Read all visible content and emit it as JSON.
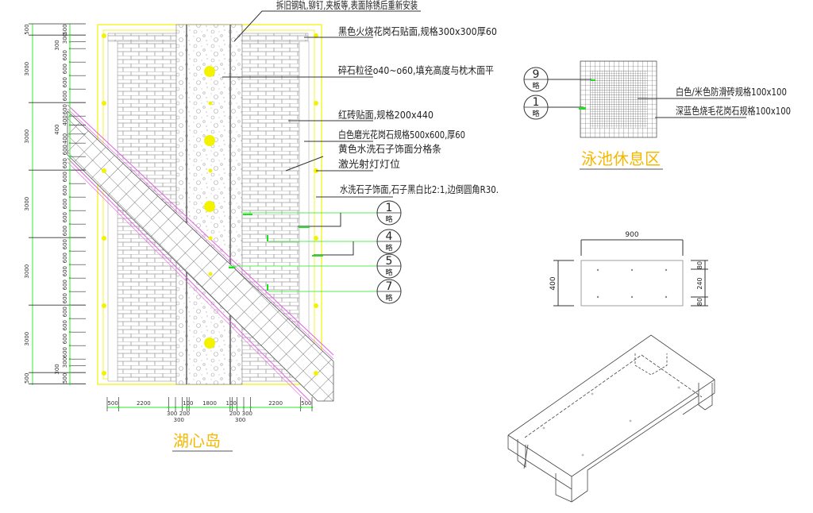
{
  "titles": {
    "island": "湖心岛",
    "pool_rest": "泳池休息区"
  },
  "callouts": [
    "拆旧钢轨,铆钉,夹板等,表面除锈后重新安装",
    "黑色火烧花岗石贴面,规格300x300厚60",
    "碎石粒径ο40~ο60,填充高度与枕木面平",
    "红砖贴面,规格200x440",
    "白色磨光花岗石规格500x600,厚60",
    "黄色水洗石子饰面分格条",
    "激光射灯灯位",
    "水洗石子饰面,石子黑白比2:1,边倒圆角R30."
  ],
  "detail_markers": [
    {
      "num": "1",
      "sub": "略"
    },
    {
      "num": "4",
      "sub": "略"
    },
    {
      "num": "5",
      "sub": "略"
    },
    {
      "num": "7",
      "sub": "略"
    }
  ],
  "pool_markers": [
    {
      "num": "9",
      "sub": "略"
    },
    {
      "num": "1",
      "sub": "略"
    }
  ],
  "pool_callouts": [
    "白色/米色防滑砖规格100x100",
    "深蓝色烧毛花岗石规格100x100"
  ],
  "bench_dims": {
    "width": "900",
    "height": "400",
    "top": "80",
    "middle": "240",
    "bottom": "80"
  },
  "left_ruler": {
    "outer": [
      "500",
      "3000",
      "3000",
      "3000",
      "3000",
      "3000",
      "500"
    ],
    "inner": [
      "500",
      "300",
      "300",
      "600",
      "600",
      "600",
      "600",
      "600",
      "400",
      "400",
      "400",
      "600",
      "600",
      "600",
      "600",
      "600",
      "600",
      "600",
      "600",
      "600",
      "600",
      "600",
      "600",
      "600",
      "600",
      "600",
      "600",
      "300",
      "300",
      "500"
    ]
  },
  "bottom_ruler": {
    "segments": [
      {
        "label": "500",
        "pos": "top"
      },
      {
        "label": "2200",
        "pos": "top"
      },
      {
        "label": "300",
        "pos": "bottom"
      },
      {
        "label": "300",
        "pos": "bottom"
      },
      {
        "label": "200",
        "pos": "bottom"
      },
      {
        "label": "100",
        "pos": "top"
      },
      {
        "label": "1800",
        "pos": "top"
      },
      {
        "label": "100",
        "pos": "top"
      },
      {
        "label": "200",
        "pos": "bottom"
      },
      {
        "label": "300",
        "pos": "bottom"
      },
      {
        "label": "300",
        "pos": "bottom"
      },
      {
        "label": "2200",
        "pos": "top"
      },
      {
        "label": "500",
        "pos": "top"
      }
    ]
  },
  "colors": {
    "title": "#f5b800",
    "outline_yellow": "#f3f300",
    "dim_green": "#55ee55",
    "band_pink": "#e060e0"
  }
}
